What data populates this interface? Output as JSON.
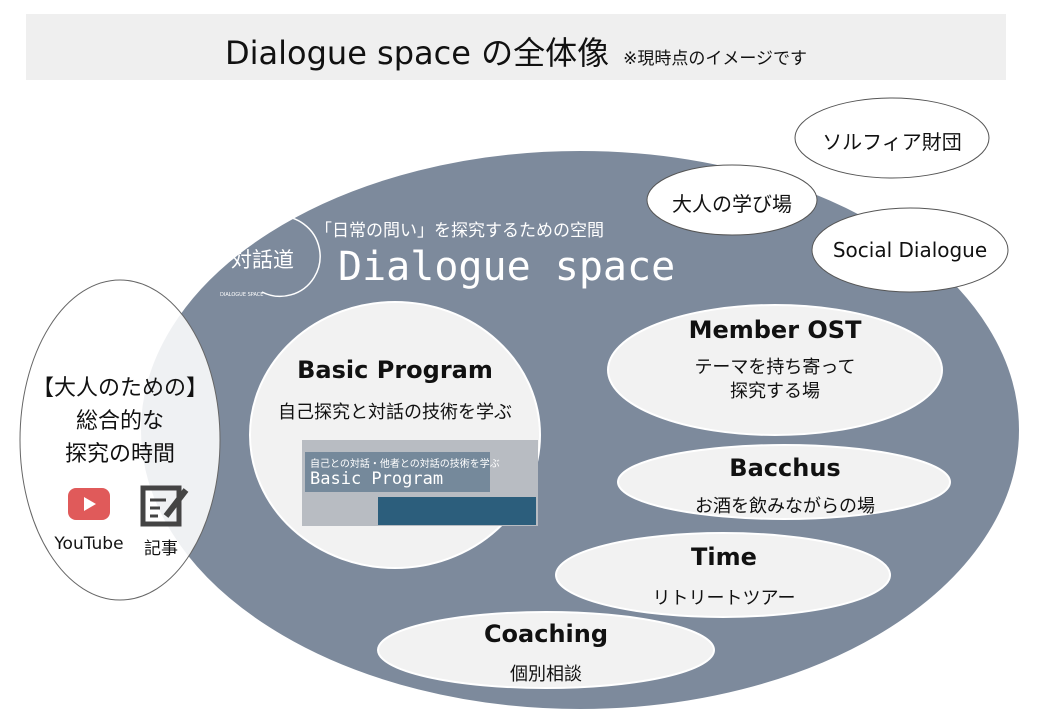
{
  "title": {
    "main": "Dialogue space の全体像",
    "note": "※現時点のイメージです"
  },
  "colors": {
    "main_ellipse": "#7d8a9c",
    "bubble": "#f2f2f2",
    "youtube": "#e05a5a",
    "article_icon": "#444444"
  },
  "logo": {
    "kanji": "対話道",
    "ring_text": "DIALOGUE SPACE",
    "tagline": "「日常の問い」を探究するための空間",
    "name": "Dialogue space"
  },
  "outer": [
    {
      "label": "ソルフィア財団"
    },
    {
      "label": "大人の学び場"
    },
    {
      "label": "Social Dialogue"
    }
  ],
  "left": {
    "lines": [
      "【大人のための】",
      "総合的な",
      "探究の時間"
    ],
    "links": [
      {
        "label": "YouTube",
        "icon": "youtube-icon"
      },
      {
        "label": "記事",
        "icon": "article-edit-icon"
      }
    ]
  },
  "basic": {
    "title": "Basic Program",
    "subtitle": "自己探究と対話の技術を学ぶ",
    "banner_sub": "自己との対話・他者との対話の技術を学ぶ",
    "banner_title": "Basic Program"
  },
  "programs": [
    {
      "title": "Member OST",
      "lines": [
        "テーマを持ち寄って",
        "探究する場"
      ]
    },
    {
      "title": "Bacchus",
      "lines": [
        "お酒を飲みながらの場"
      ]
    },
    {
      "title": "Time",
      "lines": [
        "リトリートツアー"
      ]
    },
    {
      "title": "Coaching",
      "lines": [
        "個別相談"
      ]
    }
  ]
}
